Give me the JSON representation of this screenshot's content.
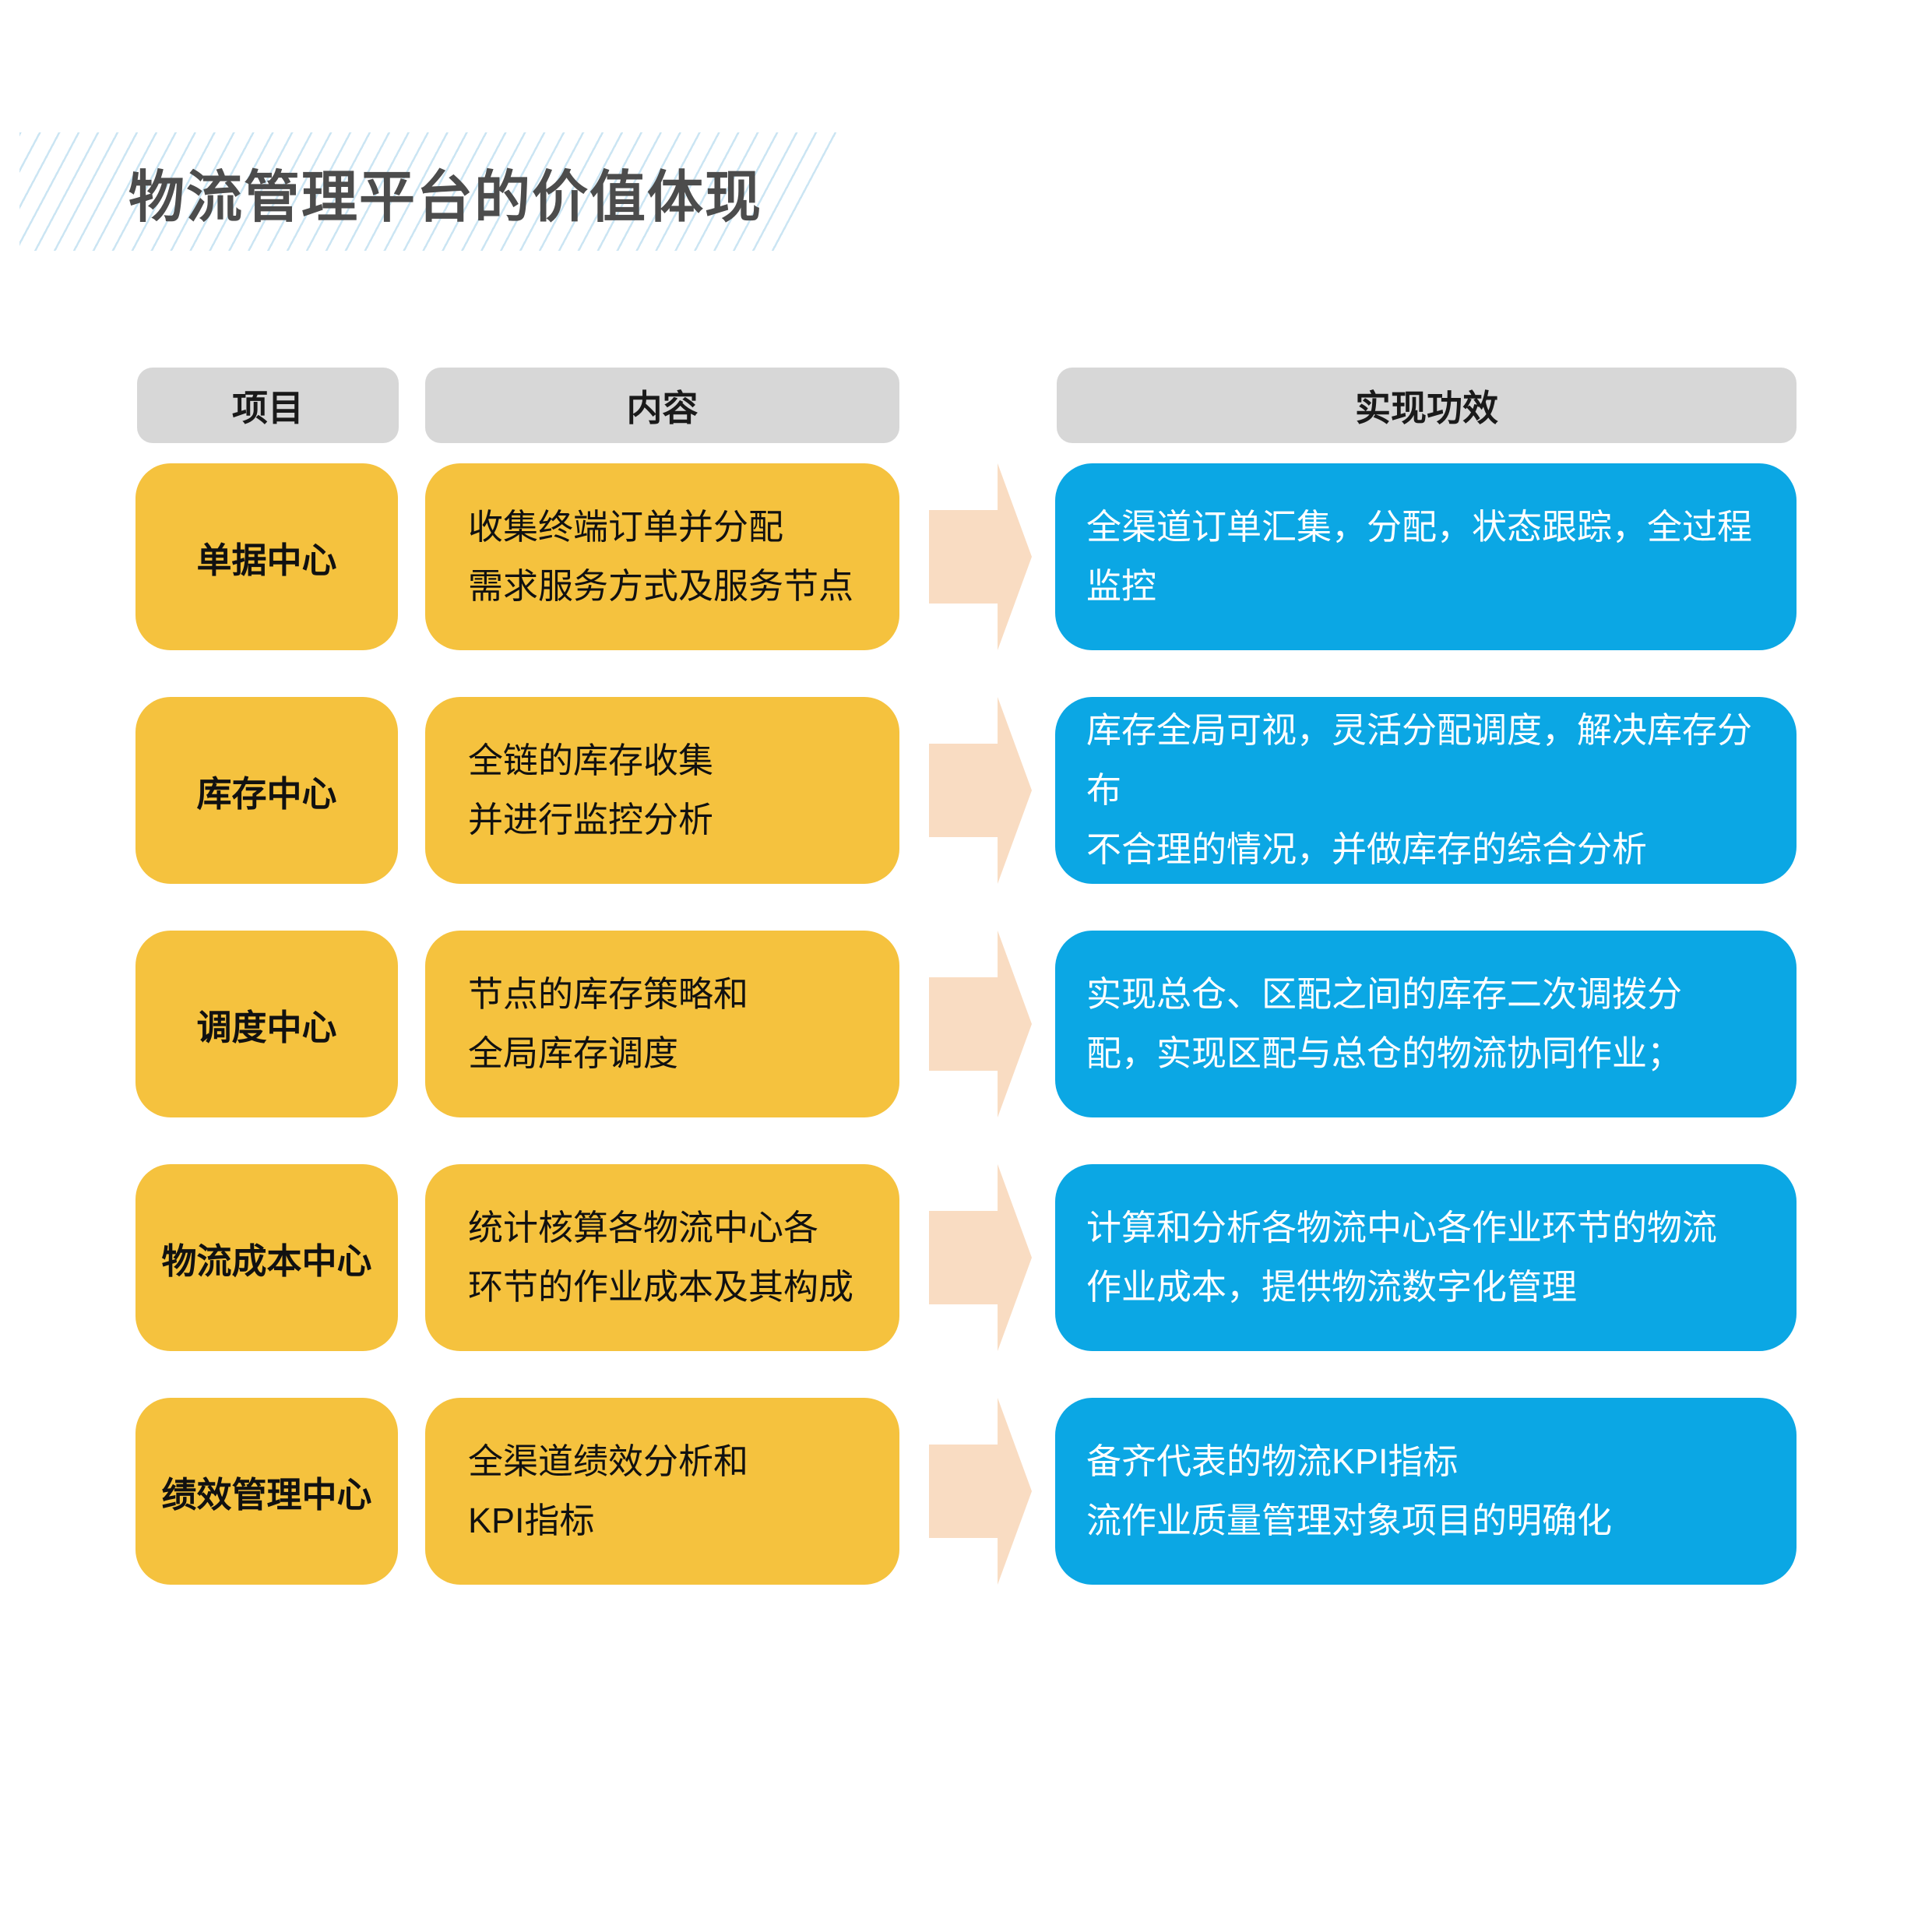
{
  "page": {
    "title": "物流管理平台的价值体现"
  },
  "colors": {
    "box_yellow": "#f5c23e",
    "box_blue": "#0ba7e4",
    "header_gray": "#d7d7d7",
    "arrow_peach": "#f9dcc2",
    "title_text": "#4c4c4c",
    "stripe_blue": "#cbe5f3",
    "background": "#ffffff"
  },
  "table": {
    "headers": [
      {
        "label": "项目"
      },
      {
        "label": "内容"
      },
      {
        "label": "实现功效"
      }
    ],
    "rows": [
      {
        "project": "单据中心",
        "content": "收集终端订单并分配\n需求服务方式及服务节点",
        "effect": "全渠道订单汇集，分配，状态跟踪，全过程监控"
      },
      {
        "project": "库存中心",
        "content": "全链的库存收集\n并进行监控分析",
        "effect": "库存全局可视，灵活分配调度，解决库存分布\n不合理的情况，并做库存的综合分析"
      },
      {
        "project": "调度中心",
        "content": "节点的库存策略和\n全局库存调度",
        "effect": "实现总仓、区配之间的库存二次调拨分\n配，实现区配与总仓的物流协同作业；"
      },
      {
        "project": "物流成本中心",
        "content": "统计核算各物流中心各\n环节的作业成本及其构成",
        "effect": "计算和分析各物流中心各作业环节的物流\n作业成本，提供物流数字化管理"
      },
      {
        "project": "绩效管理中心",
        "content": "全渠道绩效分析和\nKPI指标",
        "effect": "备齐代表的物流KPI指标\n流作业质量管理对象项目的明确化"
      }
    ]
  }
}
